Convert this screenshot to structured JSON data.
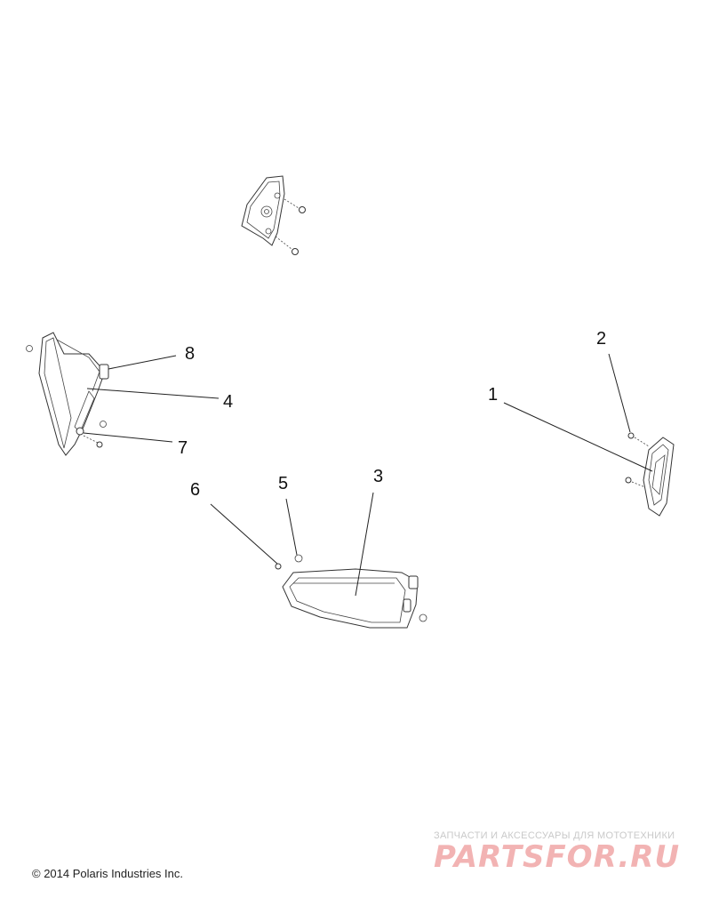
{
  "callouts": [
    {
      "id": "1",
      "label": "1"
    },
    {
      "id": "2",
      "label": "2"
    },
    {
      "id": "3",
      "label": "3"
    },
    {
      "id": "4",
      "label": "4"
    },
    {
      "id": "5",
      "label": "5"
    },
    {
      "id": "6",
      "label": "6"
    },
    {
      "id": "7",
      "label": "7"
    },
    {
      "id": "8",
      "label": "8"
    }
  ],
  "footer": {
    "copyright": "© 2014 Polaris Industries Inc."
  },
  "watermark": {
    "tagline": "ЗАПЧАСТИ И АКСЕССУАРЫ ДЛЯ МОТОТЕХНИКИ",
    "logo": "PARTSFOR.RU"
  },
  "colors": {
    "line": "#333333",
    "watermark_logo": "#f2b3b3",
    "watermark_text": "#c9c9c9"
  }
}
